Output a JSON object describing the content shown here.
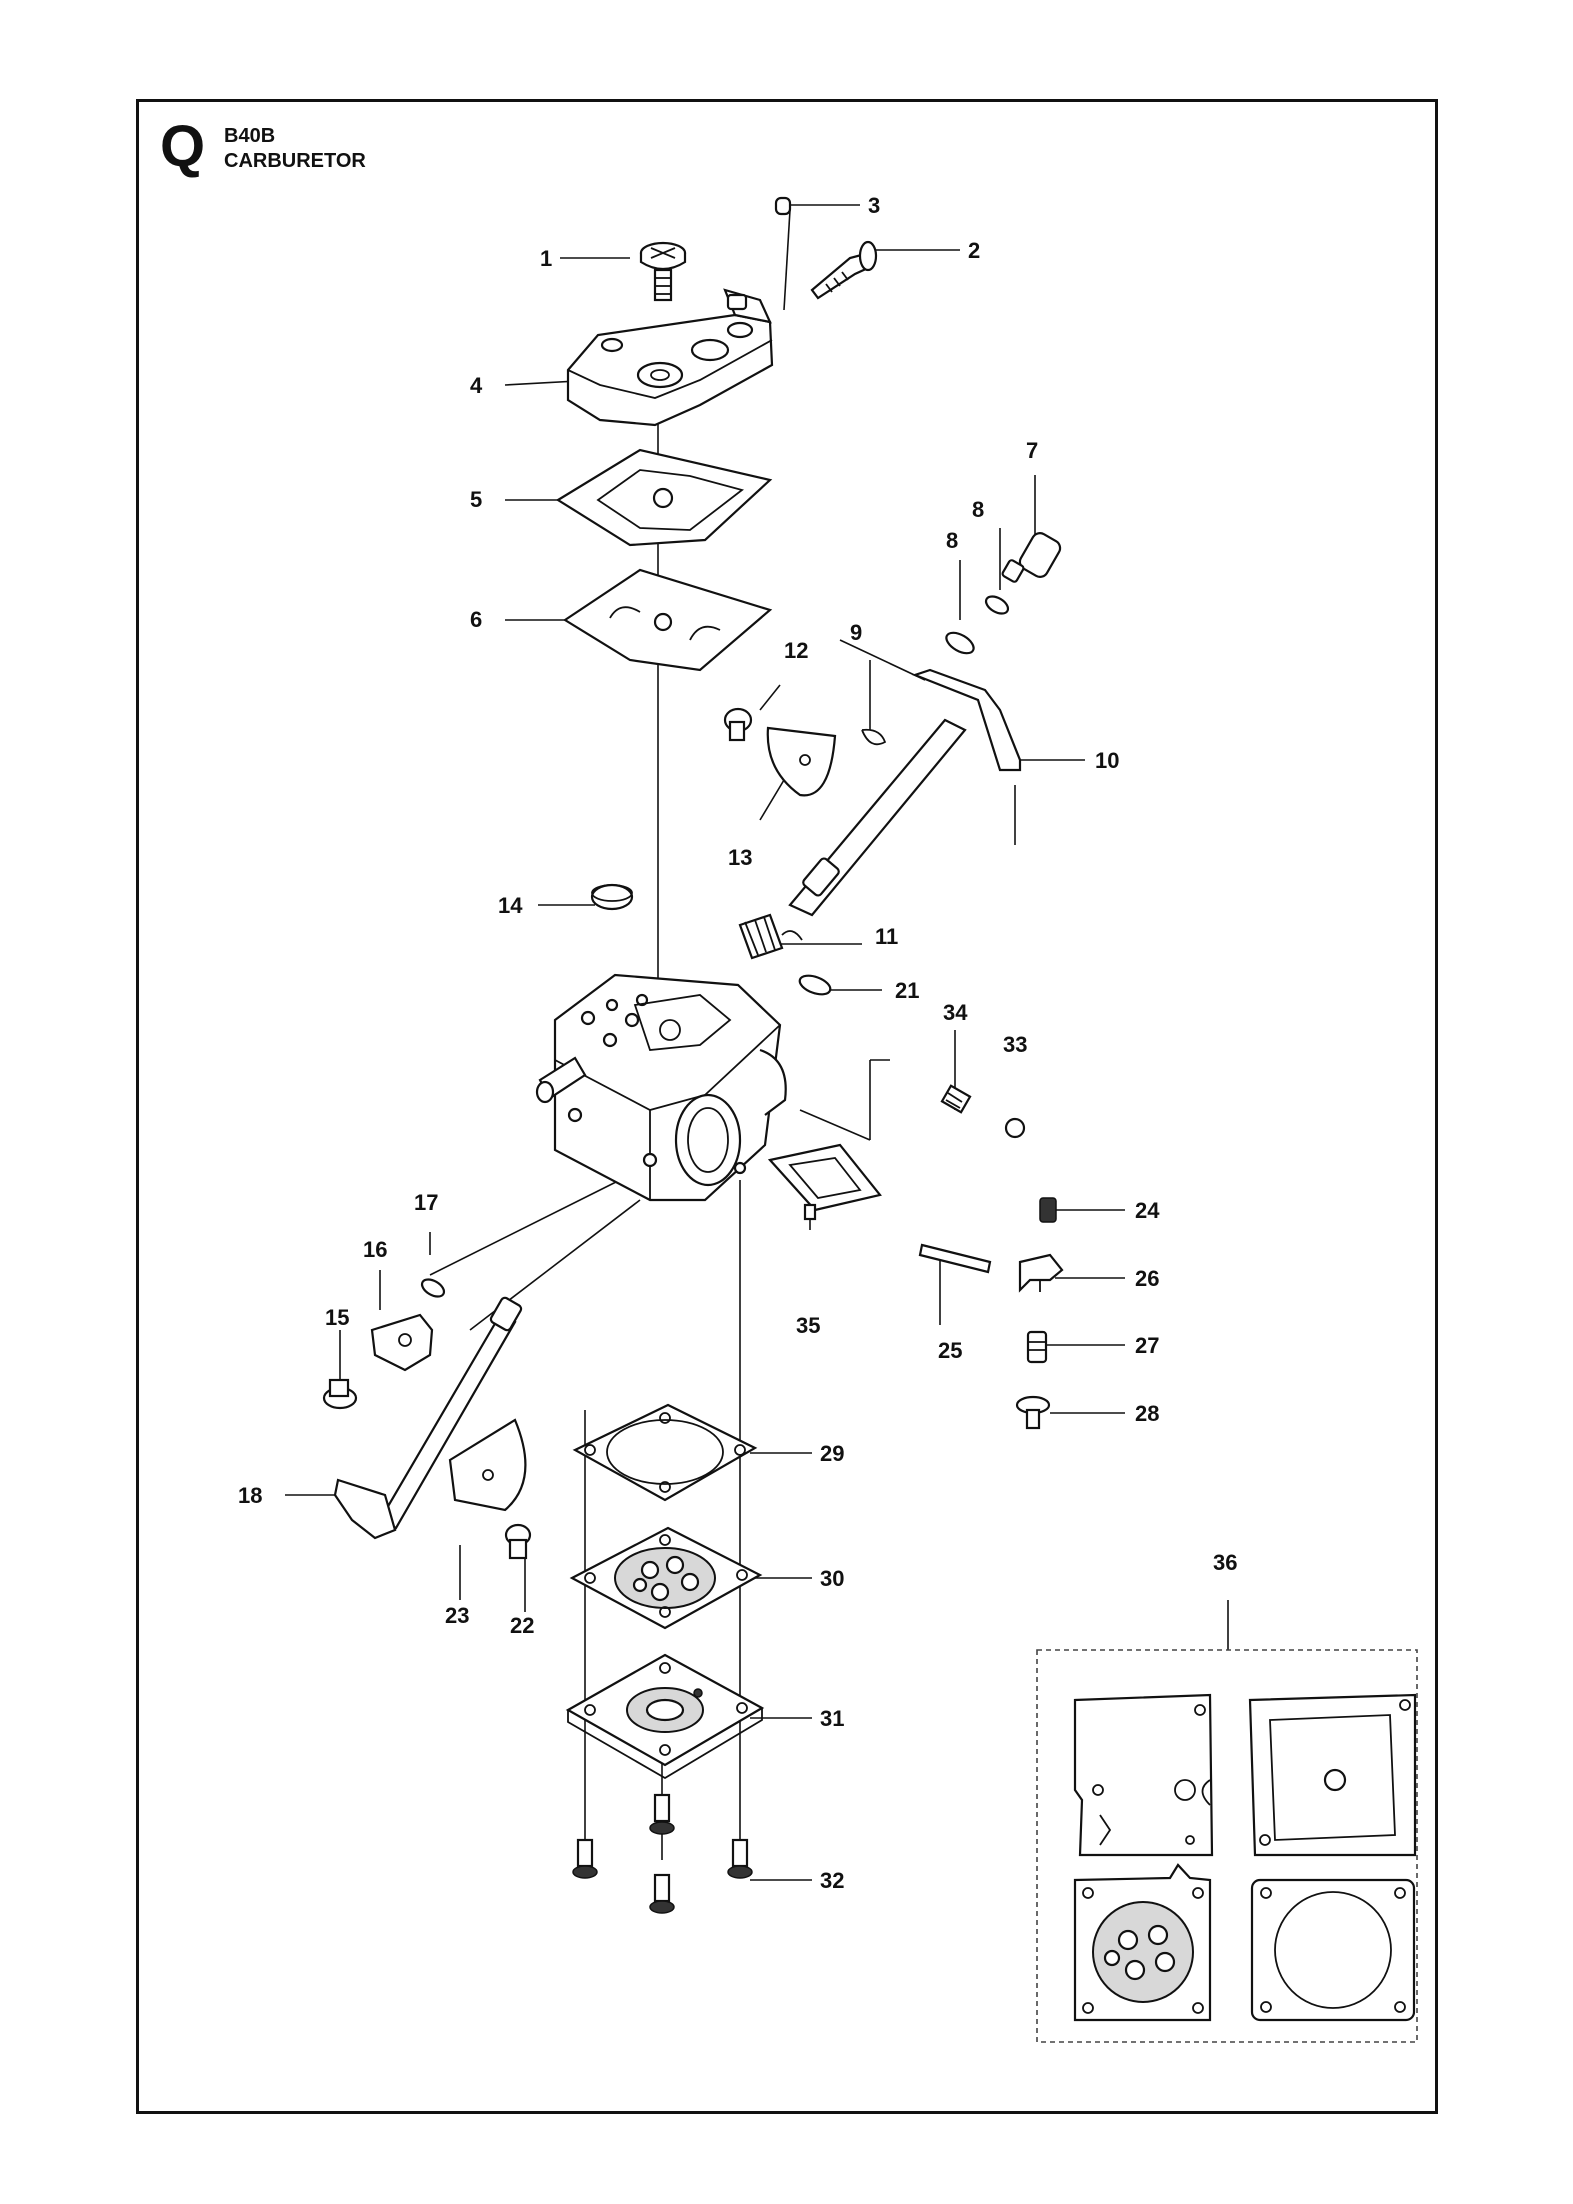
{
  "header": {
    "section_letter": "Q",
    "model_code": "B40B",
    "section_name": "CARBURETOR"
  },
  "callouts": [
    "1",
    "2",
    "3",
    "4",
    "5",
    "6",
    "7",
    "8",
    "8",
    "9",
    "10",
    "11",
    "12",
    "13",
    "14",
    "15",
    "16",
    "17",
    "18",
    "21",
    "22",
    "23",
    "24",
    "25",
    "26",
    "27",
    "28",
    "29",
    "30",
    "31",
    "32",
    "33",
    "34",
    "35",
    "36"
  ]
}
